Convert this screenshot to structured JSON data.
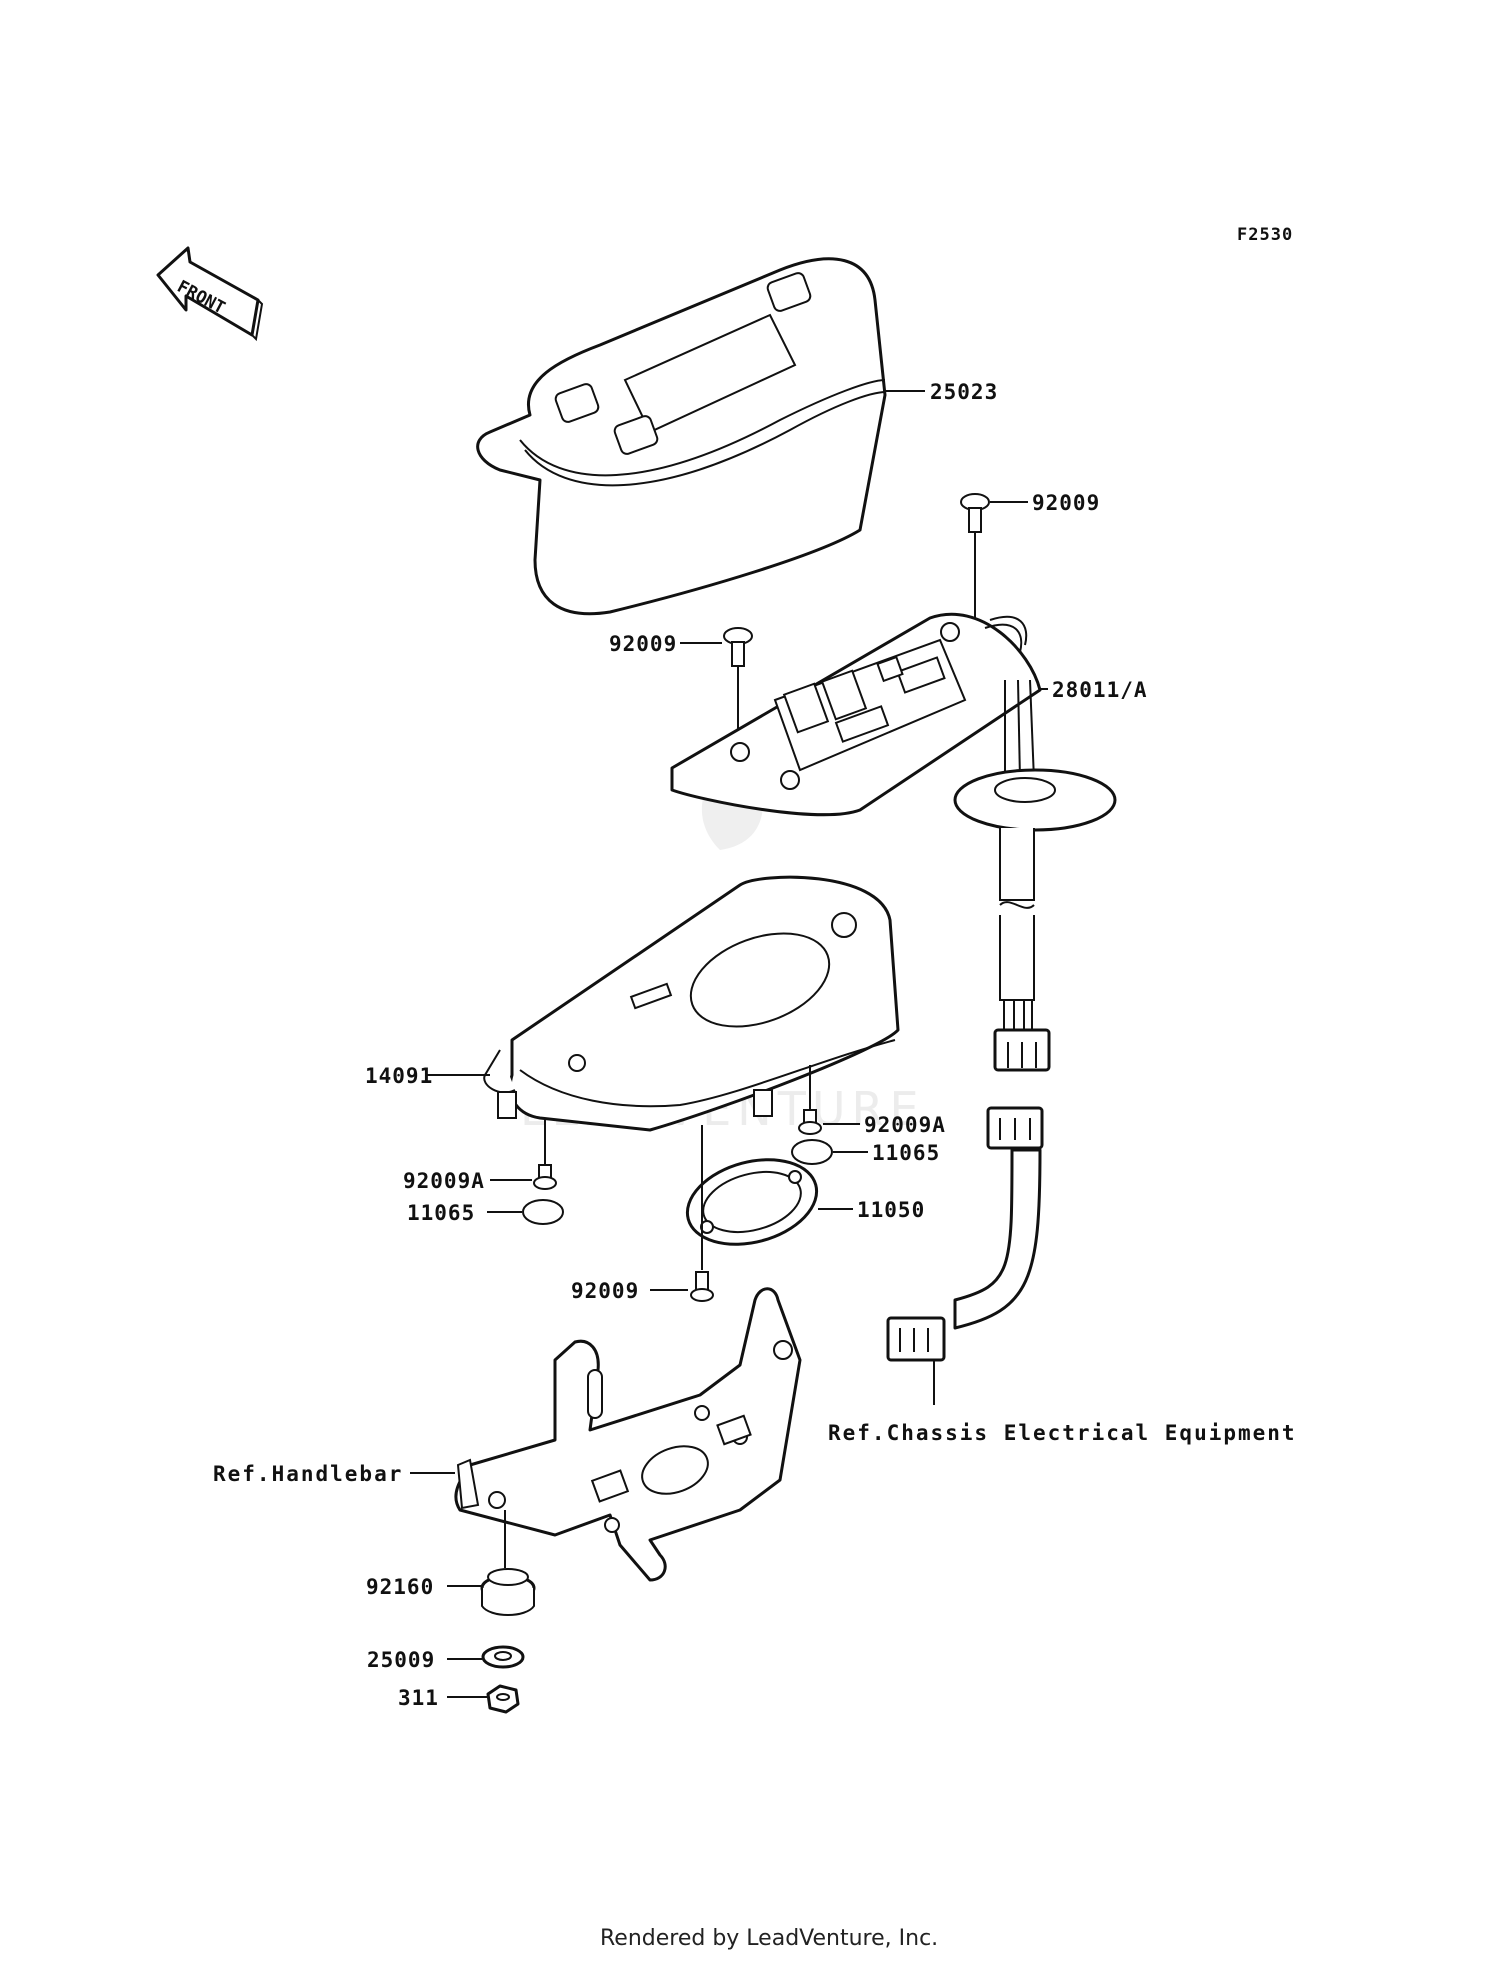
{
  "figure_code": "F2530",
  "front_arrow_label": "FRONT",
  "watermark": "LEADVENTURE",
  "footer": "Rendered by LeadVenture, Inc.",
  "labels": {
    "p25023": "25023",
    "p92009_top": "92009",
    "p92009_left": "92009",
    "p28011A": "28011/A",
    "p14091": "14091",
    "p92009A_right": "92009A",
    "p11065_right": "11065",
    "p92009A_left": "92009A",
    "p11065_left": "11065",
    "p11050": "11050",
    "p92009_bottom": "92009",
    "ref_chassis": "Ref.Chassis Electrical Equipment",
    "ref_handlebar": "Ref.Handlebar",
    "p92160": "92160",
    "p25009": "25009",
    "p311": "311"
  }
}
